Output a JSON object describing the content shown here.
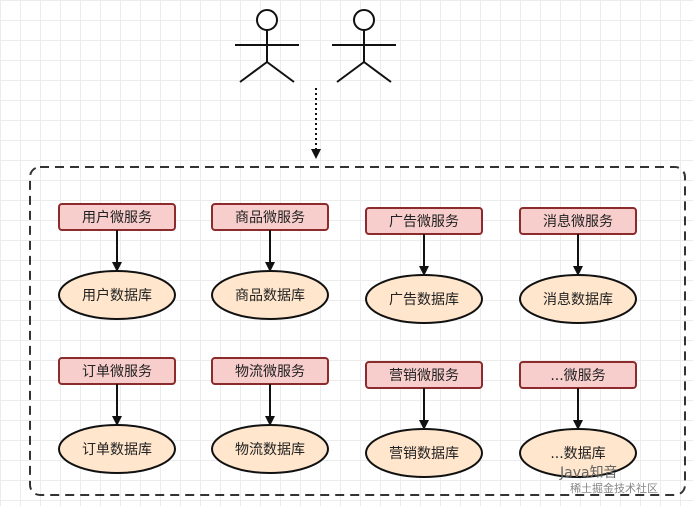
{
  "colors": {
    "service_fill": "#f8cecc",
    "service_stroke": "#8b2b2b",
    "db_fill": "#ffe6cc",
    "db_stroke": "#111111",
    "line": "#111111"
  },
  "users": [
    {
      "icon": "stick-figure-icon"
    },
    {
      "icon": "stick-figure-icon"
    }
  ],
  "services": [
    {
      "label": "用户微服务",
      "db": "用户数据库"
    },
    {
      "label": "商品微服务",
      "db": "商品数据库"
    },
    {
      "label": "广告微服务",
      "db": "广告数据库"
    },
    {
      "label": "消息微服务",
      "db": "消息数据库"
    },
    {
      "label": "订单微服务",
      "db": "订单数据库"
    },
    {
      "label": "物流微服务",
      "db": "物流数据库"
    },
    {
      "label": "营销微服务",
      "db": "营销数据库"
    },
    {
      "label": "...微服务",
      "db": "...数据库"
    }
  ],
  "watermark": {
    "text": "Java知音",
    "sub": "稀土掘金技术社区"
  }
}
